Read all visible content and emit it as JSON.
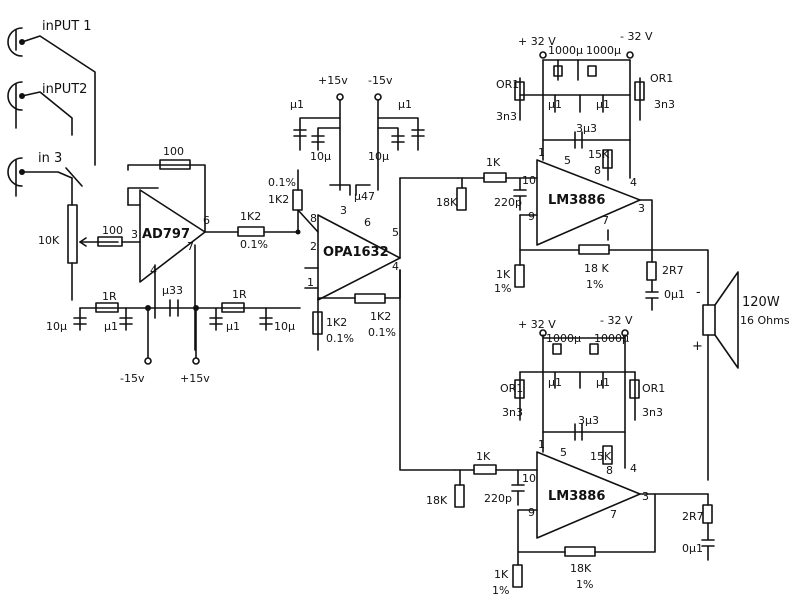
{
  "labels": {
    "input1": "inPUT 1",
    "input2": "inPUT2",
    "input3": "in 3",
    "pot": "10K",
    "r_in": "100",
    "r_fb": "100",
    "ad797": "AD797",
    "ad797_pin3": "3",
    "ad797_pin6": "6",
    "ad797_pin4": "4",
    "ad797_pin7": "7",
    "r_1k2_a": "1K2",
    "tol_a": "0.1%",
    "tol_b": "0.1%",
    "r_1k2_b": "1K2",
    "pos15_top": "+15v",
    "neg15_top": "-15v",
    "cap_u1_a": "µ1",
    "cap_10u_a": "10µ",
    "cap_u1_b": "µ1",
    "cap_10u_b": "10µ",
    "cap_u47": "µ47",
    "opa1632": "OPA1632",
    "opa_pin8": "8",
    "opa_pin3": "3",
    "opa_pin6": "6",
    "opa_pin2": "2",
    "opa_pin1": "1",
    "opa_pin5": "5",
    "opa_pin4": "4",
    "r_1k2_c": "1K2",
    "tol_c": "0.1%",
    "r_1k2_d": "1K2",
    "tol_d": "0.1%",
    "r_1r_a": "1R",
    "r_1r_b": "1R",
    "cap_u33": "µ33",
    "cap_10u_c": "10µ",
    "cap_u1_c": "µ1",
    "cap_u1_d": "µ1",
    "cap_10u_d": "10µ",
    "neg15_bot": "-15v",
    "pos15_bot": "+15v",
    "pos32_a": "+ 32 V",
    "neg32_a": "- 32 V",
    "cap_1000_a": "1000µ",
    "cap_1000_b": "1000µ",
    "r_or1_a": "OR1",
    "r_or1_b": "OR1",
    "cap_3n3_a": "3n3",
    "cap_3n3_b": "3n3",
    "cap_u1_e": "µ1",
    "cap_u1_f": "µ1",
    "cap_3u3_a": "3µ3",
    "r_15k_a": "15K",
    "r_1k_a": "1K",
    "r_18k_a": "18K",
    "cap_220p_a": "220p",
    "lm3886_a": "LM3886",
    "lm_a_pin1": "1",
    "lm_a_pin5": "5",
    "lm_a_pin8": "8",
    "lm_a_pin4": "4",
    "lm_a_pin10": "10",
    "lm_a_pin9": "9",
    "lm_a_pin3": "3",
    "lm_a_pin7": "7",
    "r_18k_fb_a": "18 K",
    "tol_1_a": "1%",
    "r_1k_gnd_a": "1K",
    "tol_1_b": "1%",
    "r_2r7_a": "2R7",
    "cap_u1_g": "0µ1",
    "speaker_power": "120W",
    "speaker_ohms": "16 Ohms",
    "speaker_minus": "-",
    "speaker_plus": "+",
    "pos32_b": "+ 32 V",
    "neg32_b": "- 32 V",
    "cap_1000_c": "1000µ",
    "cap_1000_d": "1000µ",
    "r_or1_c": "OR1",
    "r_or1_d": "OR1",
    "cap_3n3_c": "3n3",
    "cap_3n3_d": "3n3",
    "cap_u1_h": "µ1",
    "cap_u1_i": "µ1",
    "cap_3u3_b": "3µ3",
    "r_15k_b": "15K",
    "r_1k_b": "1K",
    "r_18k_b": "18K",
    "cap_220p_b": "220p",
    "lm3886_b": "LM3886",
    "lm_b_pin1": "1",
    "lm_b_pin5": "5",
    "lm_b_pin8": "8",
    "lm_b_pin4": "4",
    "lm_b_pin10": "10",
    "lm_b_pin9": "9",
    "lm_b_pin3": "3",
    "lm_b_pin7": "7",
    "r_18k_fb_b": "18K",
    "tol_1_c": "1%",
    "r_1k_gnd_b": "1K",
    "tol_1_d": "1%",
    "r_2r7_b": "2R7",
    "cap_u1_j": "0µ1"
  }
}
